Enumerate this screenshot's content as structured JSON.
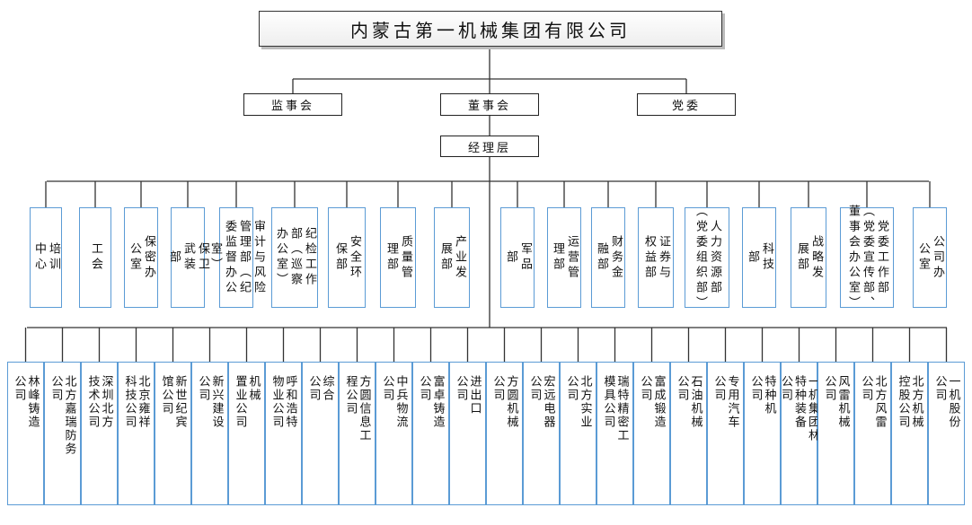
{
  "company": "内蒙古第一机械集团有限公司",
  "governance": {
    "supervisory": "监事会",
    "board": "董事会",
    "party": "党委"
  },
  "general_office": "经理层",
  "departments": [
    [
      "培训",
      "中心"
    ],
    [
      "工会"
    ],
    [
      "保密办",
      "公室"
    ],
    [
      "保卫",
      "武装",
      "部"
    ],
    [
      "审计与风险",
      "管理部（纪",
      "委监督办公",
      "室）"
    ],
    [
      "纪检工作",
      "部（巡察",
      "办公室）"
    ],
    [
      "安全环",
      "保部"
    ],
    [
      "质量管",
      "理部"
    ],
    [
      "产业发",
      "展部"
    ],
    [
      "军品",
      "部"
    ],
    [
      "运营管",
      "理部"
    ],
    [
      "财务金",
      "融部"
    ],
    [
      "证券与",
      "权益部"
    ],
    [
      "人力资源部",
      "（党委组织部）"
    ],
    [
      "科技",
      "部"
    ],
    [
      "战略发",
      "展部"
    ],
    [
      "党委工作部",
      "（党委宣传部、",
      "董事会办公室）"
    ],
    [
      "公司办",
      "公室"
    ]
  ],
  "subsidiaries": [
    [
      "林峰铸造",
      "公司"
    ],
    [
      "北方嘉瑞防务",
      "公司"
    ],
    [
      "深圳北方",
      "技术公司"
    ],
    [
      "北京雍祥",
      "科技公司"
    ],
    [
      "新世纪宾",
      "馆公司"
    ],
    [
      "新兴建设",
      "公司"
    ],
    [
      "机械",
      "置业公司"
    ],
    [
      "呼和浩特",
      "物业公司"
    ],
    [
      "综合",
      "公司"
    ],
    [
      "方圆信息工",
      "程公司"
    ],
    [
      "中兵物流",
      "公司"
    ],
    [
      "富卓铸造",
      "公司"
    ],
    [
      "进出口",
      "公司"
    ],
    [
      "方圆机械",
      "公司"
    ],
    [
      "宏远电器",
      "公司"
    ],
    [
      "北方实业",
      "公司"
    ],
    [
      "瑞特精密工",
      "模具公司"
    ],
    [
      "富成锻造",
      "公司"
    ],
    [
      "石油机械",
      "公司"
    ],
    [
      "专用汽车",
      "公司"
    ],
    [
      "特种机",
      "公司"
    ],
    [
      "一机集团林",
      "特种装备",
      "公司"
    ],
    [
      "风雷机械",
      "公司"
    ],
    [
      "北方风雷",
      "公司"
    ],
    [
      "北方机械",
      "控股公司"
    ],
    [
      "一机股份",
      "公司"
    ]
  ]
}
